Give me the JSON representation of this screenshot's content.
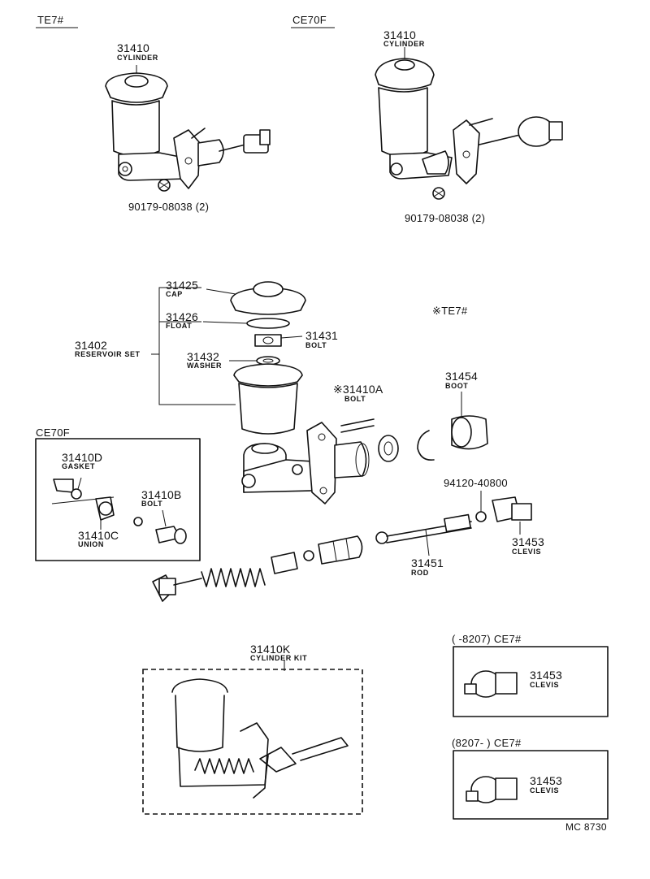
{
  "headers": {
    "te7_top": "TE7#",
    "ce70f_top": "CE70F",
    "te7_mid": "※TE7#",
    "ce70f_box": "CE70F",
    "clevis_early": "(       -8207) CE7#",
    "clevis_late": "(8207-          ) CE7#"
  },
  "parts": {
    "p31410_a": {
      "num": "31410",
      "name": "CYLINDER"
    },
    "p31410_b": {
      "num": "31410",
      "name": "CYLINDER"
    },
    "p90179_a": {
      "num": "90179-08038 (2)"
    },
    "p90179_b": {
      "num": "90179-08038 (2)"
    },
    "p31425": {
      "num": "31425",
      "name": "CAP"
    },
    "p31426": {
      "num": "31426",
      "name": "FLOAT"
    },
    "p31402": {
      "num": "31402",
      "name": "RESERVOIR SET"
    },
    "p31431": {
      "num": "31431",
      "name": "BOLT"
    },
    "p31432": {
      "num": "31432",
      "name": "WASHER"
    },
    "p31410A": {
      "num": "※31410A",
      "name": "BOLT"
    },
    "p31454": {
      "num": "31454",
      "name": "BOOT"
    },
    "p31410D": {
      "num": "31410D",
      "name": "GASKET"
    },
    "p31410B": {
      "num": "31410B",
      "name": "BOLT"
    },
    "p31410C": {
      "num": "31410C",
      "name": "UNION"
    },
    "p94120": {
      "num": "94120-40800"
    },
    "p31453_a": {
      "num": "31453",
      "name": "CLEVIS"
    },
    "p31451": {
      "num": "31451",
      "name": "ROD"
    },
    "p31410K": {
      "num": "31410K",
      "name": "CYLINDER KIT"
    },
    "p31453_b": {
      "num": "31453",
      "name": "CLEVIS"
    },
    "p31453_c": {
      "num": "31453",
      "name": "CLEVIS"
    }
  },
  "footer": {
    "code": "MC 8730"
  },
  "colors": {
    "ink": "#111111",
    "paper": "#ffffff"
  }
}
